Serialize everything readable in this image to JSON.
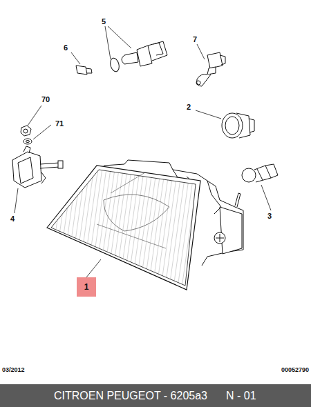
{
  "diagram": {
    "nodes": [
      {
        "text": [
          "1"
        ]
      },
      {
        "text": [
          "CITROEN PEUGEOT - 6205a3",
          "N - 01"
        ]
      }
    ],
    "labels": [
      "5",
      "6",
      "7",
      "70",
      "71",
      "2",
      "4",
      "3",
      "03/2012",
      "00052790"
    ]
  }
}
